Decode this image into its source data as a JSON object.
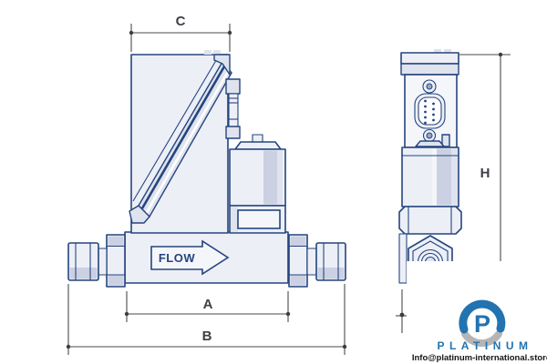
{
  "dimensions": {
    "c": "C",
    "a": "A",
    "b": "B",
    "h": "H"
  },
  "flow_body": {
    "flow_label": "FLOW"
  },
  "branding": {
    "logo_letter": "P",
    "brand_name": "PLATINUM",
    "contact_email": "Info@platinum-international.store"
  },
  "icons": {
    "brand_mark": "platinum-logo-icon",
    "flow_arrow": "flow-right-arrow",
    "connector": "d-sub-9-connector"
  },
  "colors": {
    "drawing_outline": "#24457e",
    "drawing_fill": "#edeff7",
    "drawing_shade": "#cbd1e2",
    "dimension_lines": "#4a4a4a",
    "dimension_text": "#3d4046",
    "brand_blue": "#2273b0",
    "brand_gray": "#b5b5b5",
    "email_text": "#151515",
    "background": "#ffffff"
  }
}
